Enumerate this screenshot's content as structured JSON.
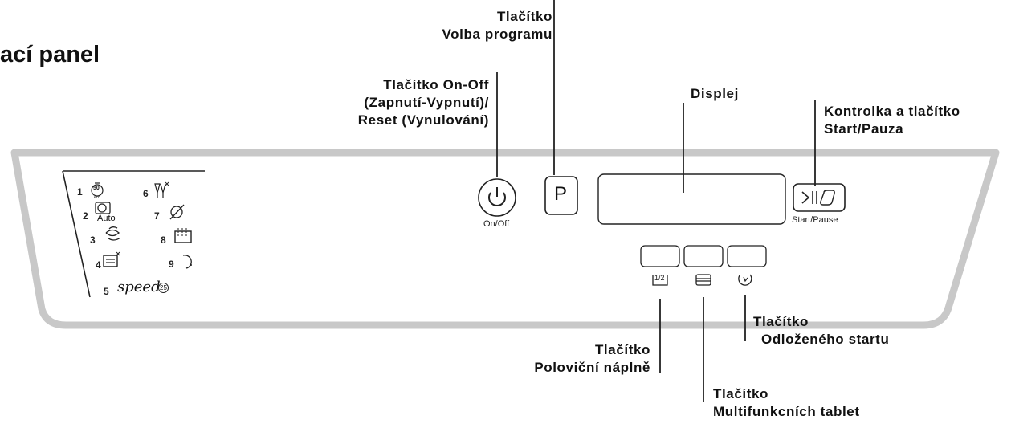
{
  "title": "ací panel",
  "labels": {
    "program": [
      "Tlačítko",
      "Volba programu"
    ],
    "onoff": [
      "Tlačítko On-Off",
      "(Zapnutí-Vypnutí)/",
      "Reset (Vynulování)"
    ],
    "display": [
      "Displej"
    ],
    "startpause": [
      "Kontrolka a tlačítko",
      "Start/Pauza"
    ],
    "half": [
      "Tlačítko",
      "Poloviční náplně"
    ],
    "multitab": [
      "Tlačítko",
      "Multifunkcních tablet"
    ],
    "delay": [
      "Tlačítko",
      "Odloženého startu"
    ]
  },
  "panel": {
    "onoff_caption": "On/Off",
    "program_button": "P",
    "start_caption": "Start/Pause",
    "half_icon_text": "1/2",
    "programs": [
      {
        "num": "1",
        "icon": "eco-50-icon",
        "text": "50",
        "sub": "eco"
      },
      {
        "num": "2",
        "icon": "auto-icon",
        "text": "Auto"
      },
      {
        "num": "3",
        "icon": "intensive-icon"
      },
      {
        "num": "4",
        "icon": "casserole-icon"
      },
      {
        "num": "5",
        "icon": "speed-icon",
        "text": "speed",
        "badge": "25"
      },
      {
        "num": "6",
        "icon": "glasses-icon"
      },
      {
        "num": "7",
        "icon": "quick-icon"
      },
      {
        "num": "8",
        "icon": "prewash-icon"
      },
      {
        "num": "9",
        "icon": "night-icon"
      }
    ]
  }
}
